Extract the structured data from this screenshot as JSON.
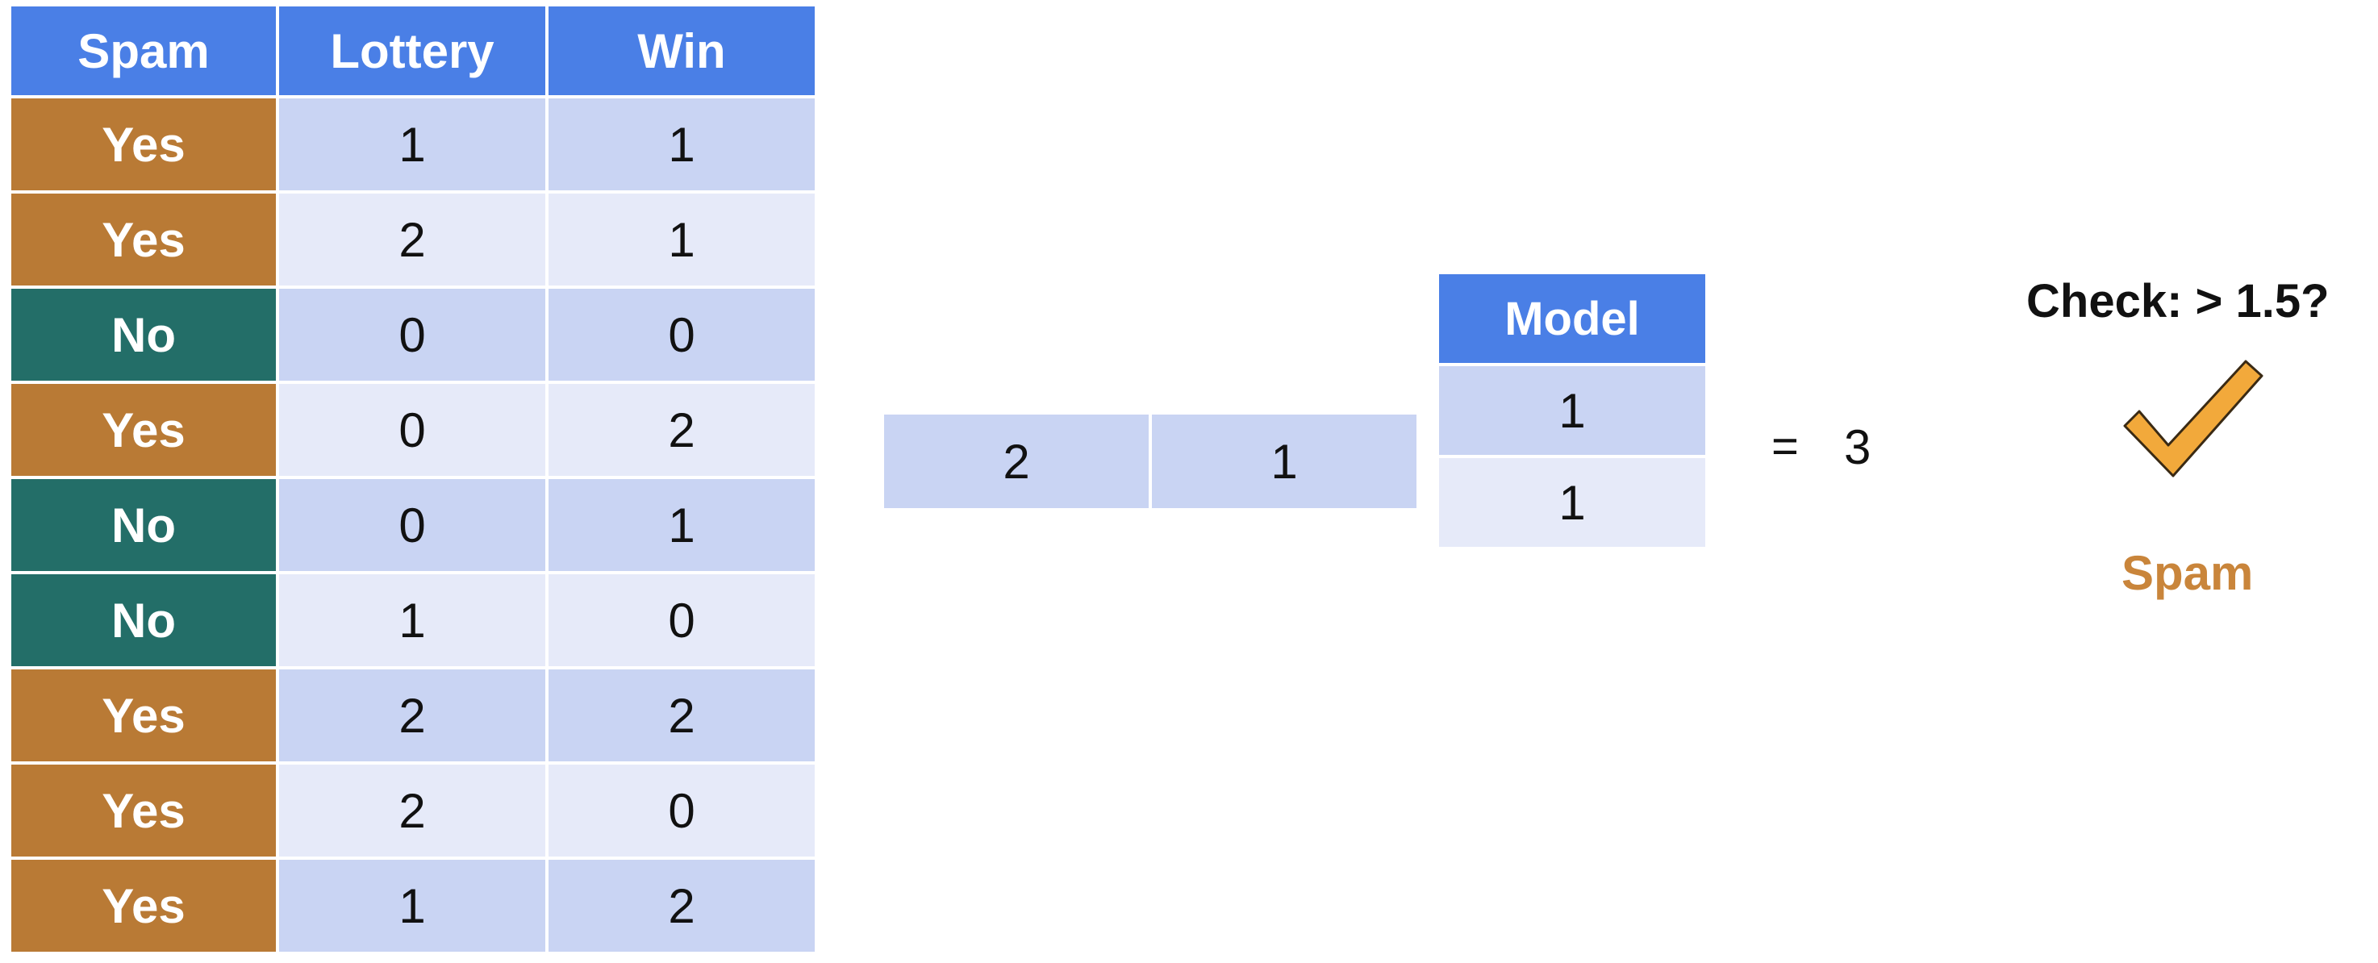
{
  "table": {
    "headers": [
      "Spam",
      "Lottery",
      "Win"
    ],
    "rows": [
      {
        "spam": "Yes",
        "lottery": "1",
        "win": "1"
      },
      {
        "spam": "Yes",
        "lottery": "2",
        "win": "1"
      },
      {
        "spam": "No",
        "lottery": "0",
        "win": "0"
      },
      {
        "spam": "Yes",
        "lottery": "0",
        "win": "2"
      },
      {
        "spam": "No",
        "lottery": "0",
        "win": "1"
      },
      {
        "spam": "No",
        "lottery": "1",
        "win": "0"
      },
      {
        "spam": "Yes",
        "lottery": "2",
        "win": "2"
      },
      {
        "spam": "Yes",
        "lottery": "2",
        "win": "0"
      },
      {
        "spam": "Yes",
        "lottery": "1",
        "win": "2"
      }
    ]
  },
  "input_vector": [
    "2",
    "1"
  ],
  "model": {
    "header": "Model",
    "weights": [
      "1",
      "1"
    ]
  },
  "equals": "=",
  "result": "3",
  "check": {
    "label": "Check: > 1.5?",
    "icon": "checkmark-icon",
    "decision": "Spam"
  },
  "colors": {
    "header_blue": "#4a7fe6",
    "yes_orange": "#b97a35",
    "no_teal": "#236e68",
    "cell_dark": "#c9d4f3",
    "cell_light": "#e6eaf9",
    "checkmark_orange": "#f2a93b",
    "decision_orange": "#c9853b"
  }
}
